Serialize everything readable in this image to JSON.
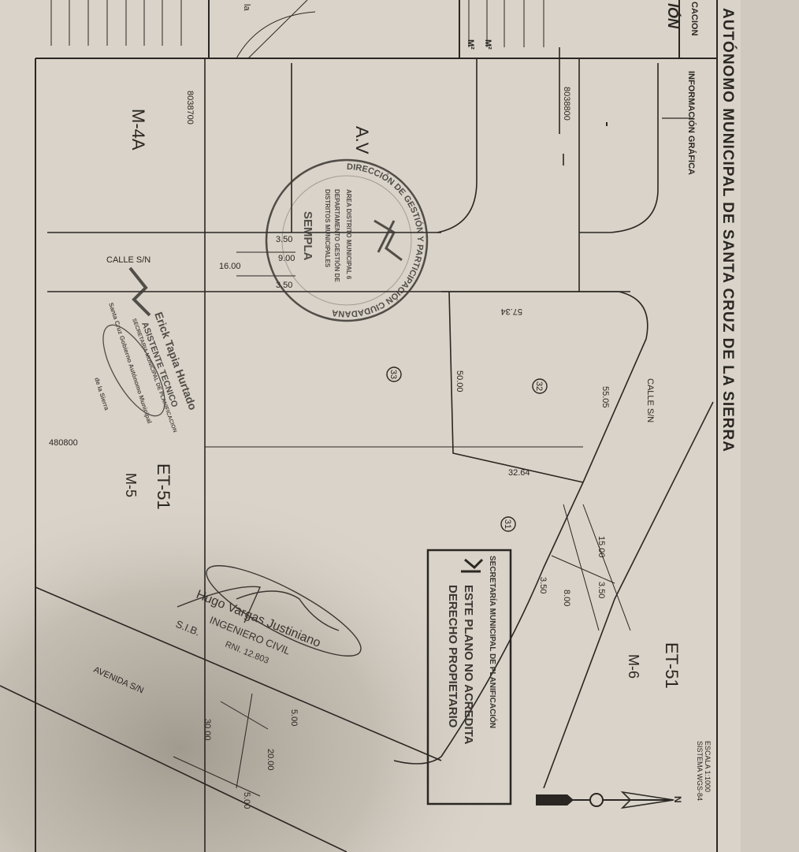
{
  "header": {
    "title": "AUTÓNOMO MUNICIPAL DE SANTA CRUZ DE LA SIERRA",
    "section": "INFORMACIÓN GRÁFICA",
    "side_fragments": [
      "CACION",
      "IÓN",
      "M²",
      "M²",
      "la"
    ]
  },
  "coordinates": {
    "north_a": "8038800",
    "north_b": "8038700",
    "east": "480800"
  },
  "blocks": {
    "m4a": "M-4A",
    "av": "A.V",
    "et51_a": "ET-51",
    "m5": "M-5",
    "et51_b": "ET-51",
    "m6": "M-6"
  },
  "streets": {
    "calle_1": "CALLE S/N",
    "calle_2": "CALLE S/N",
    "avenida": "AVENIDA S/N"
  },
  "lots": [
    "31",
    "32",
    "33"
  ],
  "dimensions": {
    "d16": "16.00",
    "d350a": "3.50",
    "d900": "9.00",
    "d350b": "3.50",
    "d5734": "57.34",
    "d5505": "55.05",
    "d5000": "50.00",
    "d3264": "32.64",
    "d1500": "15.00",
    "d350c": "3.50",
    "d800": "8.00",
    "d350d": "3.50",
    "d500a": "5.00",
    "d3000": "30.00",
    "d2000": "20.00",
    "d500b": "5.00"
  },
  "scale": {
    "line1": "ESCALA 1:1000",
    "line2": "SISTEMA WGS-84",
    "north": "N"
  },
  "stamp_round": {
    "ring": "DIRECCIÓN DE GESTIÓN Y PARTICIPACIÓN CIUDADANA",
    "line1": "AREA DISTRITO MUNICIPAL 6",
    "line2": "DEPARTAMENTO GESTIÓN DE",
    "line3": "DISTRITOS MUNICIPALES",
    "line4": "SEMPLA"
  },
  "stamp_rect": {
    "header": "SECRETARÍA MUNICIPAL DE PLANIFICACIÓN",
    "line1": "ESTE PLANO NO ACREDITA",
    "line2": "DERECHO PROPIETARIO"
  },
  "stamp_tech": {
    "name": "Erick Tapia Hurtado",
    "role": "ASISTENTE TECNICO",
    "dept": "SECRETARIA MUNICIPAL DE PLANIFICACION",
    "org1": "Santa Cruz Gobierno Autónomo Municipal",
    "org2": "de la Sierra"
  },
  "stamp_engineer": {
    "name": "Hugo Vargas Justiniano",
    "role": "INGENIERO CIVIL",
    "rni": "RNI. 12.803",
    "sib": "S.I.B."
  }
}
